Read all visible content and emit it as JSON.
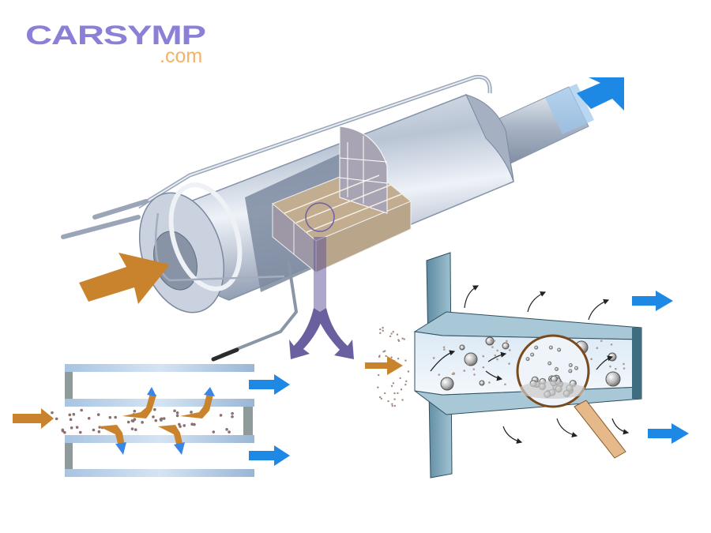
{
  "logo": {
    "brand": "CARSYMP",
    "tld": ".com",
    "brand_color": "#8b80d8",
    "tld_color": "#f3b26a"
  },
  "diagram": {
    "subject": "Diesel particulate filter (DPF) cutaway",
    "flows": {
      "exhaust_in_color": "#c9832c",
      "clean_out_color": "#1e88e5",
      "detail_callout_color": "#5a4f96"
    },
    "panels": [
      {
        "name": "filter-housing",
        "description": "Canister with cutaway showing honeycomb ceramic substrate"
      },
      {
        "name": "wall-flow-detail",
        "description": "Alternating plugged channels, soot trapped, gas passing through walls"
      },
      {
        "name": "channel-magnified",
        "description": "Single inlet channel with magnifying glass over accumulated particles"
      }
    ],
    "icons": [
      "inlet-arrow-icon",
      "outlet-arrow-icon",
      "magnifier-icon",
      "split-arrow-icon"
    ]
  }
}
